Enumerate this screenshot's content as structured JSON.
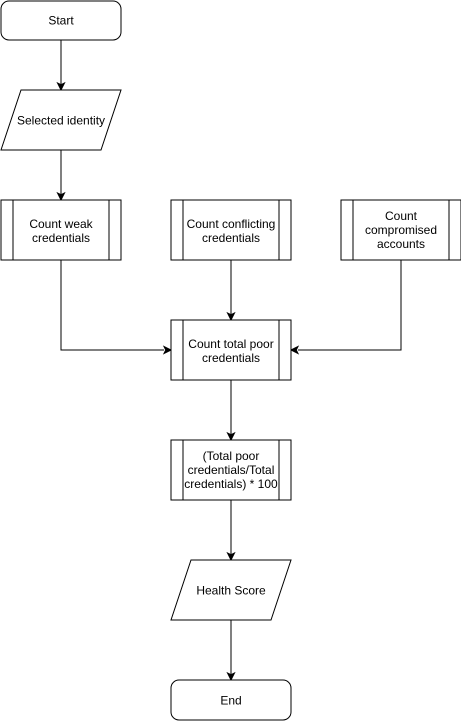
{
  "flowchart": {
    "nodes": {
      "start": {
        "shape": "terminator",
        "lines": [
          "Start"
        ]
      },
      "selected_identity": {
        "shape": "data",
        "lines": [
          "Selected identity"
        ]
      },
      "count_weak": {
        "shape": "process",
        "lines": [
          "Count weak",
          "credentials"
        ]
      },
      "count_conflicting": {
        "shape": "process",
        "lines": [
          "Count conflicting",
          "credentials"
        ]
      },
      "count_compromised": {
        "shape": "process",
        "lines": [
          "Count",
          "compromised",
          "accounts"
        ]
      },
      "count_total_poor": {
        "shape": "process",
        "lines": [
          "Count total poor",
          "credentials"
        ]
      },
      "ratio": {
        "shape": "process",
        "lines": [
          "(Total poor",
          "credentials/Total",
          "credentials) * 100"
        ]
      },
      "health_score": {
        "shape": "data",
        "lines": [
          "Health Score"
        ]
      },
      "end": {
        "shape": "terminator",
        "lines": [
          "End"
        ]
      }
    },
    "edges": [
      {
        "from": "start",
        "to": "selected_identity"
      },
      {
        "from": "selected_identity",
        "to": "count_weak"
      },
      {
        "from": "count_weak",
        "to": "count_total_poor"
      },
      {
        "from": "count_conflicting",
        "to": "count_total_poor"
      },
      {
        "from": "count_compromised",
        "to": "count_total_poor"
      },
      {
        "from": "count_total_poor",
        "to": "ratio"
      },
      {
        "from": "ratio",
        "to": "health_score"
      },
      {
        "from": "health_score",
        "to": "end"
      }
    ]
  }
}
